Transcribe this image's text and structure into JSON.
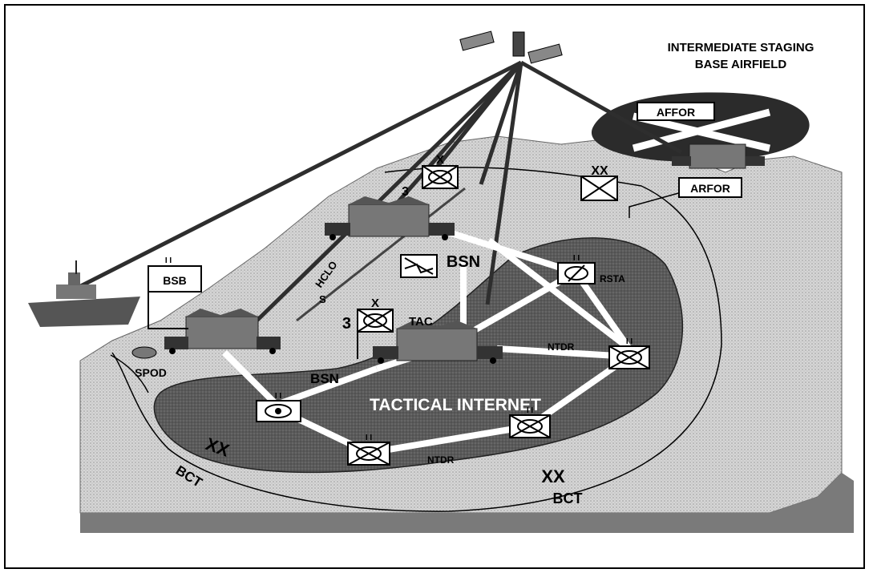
{
  "title_lines": [
    "INTERMEDIATE STAGING",
    "BASE AIRFIELD"
  ],
  "labels": {
    "affor": "AFFOR",
    "arfor": "ARFOR",
    "bsb": "BSB",
    "bsn_upper": "BSN",
    "bsn_lower": "BSN",
    "rsta": "RSTA",
    "tac": "TAC",
    "num_3_tac": "3",
    "num_3_top": "3",
    "ntdr_right": "NTDR",
    "ntdr_bottom": "NTDR",
    "hclos": "HCLO",
    "hclos_s": "S",
    "spod": "SPOD",
    "tactical_internet": "TACTICAL INTERNET",
    "bct_left": "BCT",
    "bct_right": "BCT",
    "xx_left": "XX",
    "xx_right": "XX",
    "xx_arfor": "XX",
    "x_top": "X",
    "x_tac": "X",
    "ii_bsb": "I I",
    "ii_rsta": "I I",
    "ii_right": "I I",
    "ii_eye": "I I",
    "ii_bottom": "I I",
    "ii_mid": "I I"
  },
  "colors": {
    "land": "#c9c9c9",
    "land_dark": "#8a8a8a",
    "internet_zone": "#555555",
    "airfield": "#2e2e2e",
    "links": "#3a3a3a",
    "white_links": "#ffffff"
  }
}
